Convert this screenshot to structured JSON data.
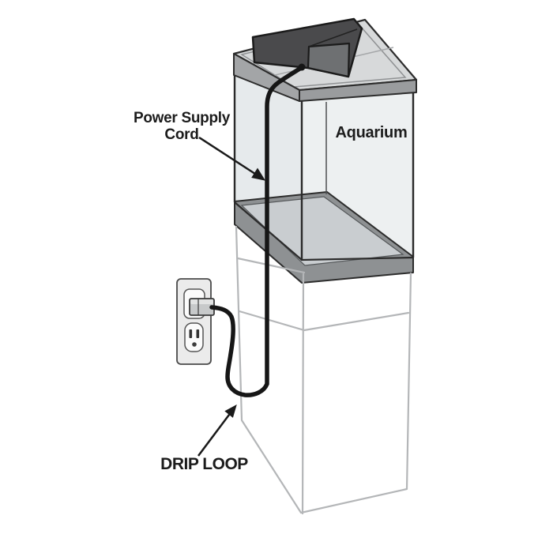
{
  "labels": {
    "power_supply_cord_line1": "Power Supply",
    "power_supply_cord_line2": "Cord",
    "aquarium": "Aquarium",
    "drip_loop": "DRIP LOOP"
  },
  "colors": {
    "background": "#ffffff",
    "cord": "#161616",
    "fixture_body": "#4a4a4c",
    "fixture_cap": "#6e7072",
    "rim_top": "#d7d9da",
    "rim_side_left": "#a3a5a7",
    "rim_side_right": "#9a9c9e",
    "glass_left": "#e6eaec",
    "glass_right": "#edf0f1",
    "tray": "#8e9193",
    "tray_floor": "#c9cdd0",
    "stand_outline": "#b4b6b8",
    "outlet_plate": "#ebebeb",
    "receptacle_face": "#fbfbfb",
    "plug_body": "#c7c9ca",
    "arrow": "#1a1a1a",
    "label_text": "#1c1c1c"
  }
}
